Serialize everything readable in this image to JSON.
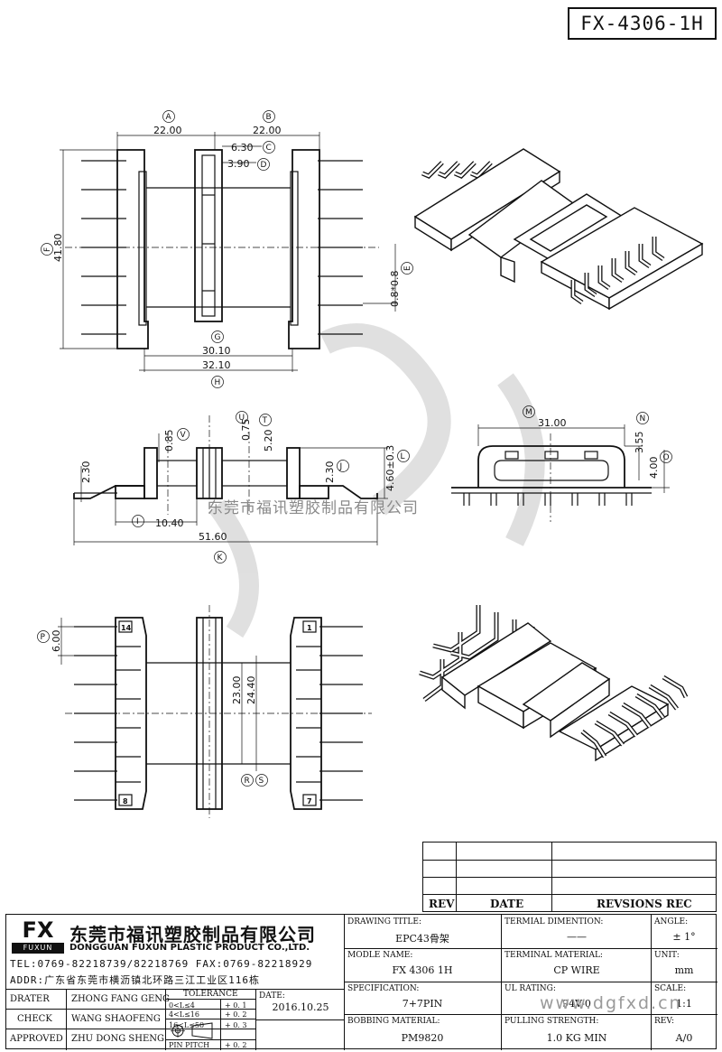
{
  "drawing_number": "FX-4306-1H",
  "dims": {
    "top_view": {
      "a_val": "22.00",
      "a_lbl": "A",
      "b_val": "22.00",
      "b_lbl": "B",
      "c_val": "6.30",
      "c_lbl": "C",
      "d_val": "3.90",
      "d_lbl": "D",
      "f_val": "41.80",
      "f_lbl": "F",
      "e_val": "0.8*0.8",
      "e_lbl": "E",
      "g_val": "30.10",
      "g_lbl": "G",
      "h_val": "32.10",
      "h_lbl": "H"
    },
    "side_view": {
      "v1": "2.30",
      "v2": "0.85",
      "v2_lbl": "V",
      "v3": "0.75",
      "v3_lbl": "U",
      "v4": "5.20",
      "v4_lbl": "T",
      "v5": "2.30",
      "v5_lbl": "J",
      "v6": "4.60±0.3",
      "v6_lbl": "L",
      "i_val": "10.40",
      "i_lbl": "I",
      "k_val": "51.60",
      "k_lbl": "K"
    },
    "front_view": {
      "m_val": "31.00",
      "m_lbl": "M",
      "n_val": "3.55",
      "n_lbl": "N",
      "o_val": "4.00",
      "o_lbl": "O"
    },
    "bottom_view": {
      "p_val": "6.00",
      "p_lbl": "P",
      "r_val": "23.00",
      "r_lbl": "R",
      "s_val": "24.40",
      "s_lbl": "S",
      "pin14": "14",
      "pin1": "1",
      "pin8": "8",
      "pin7": "7"
    }
  },
  "revision_table": {
    "rev": "REV",
    "date": "DATE",
    "revisions": "REVSIONS REC"
  },
  "company": {
    "logo": "FX",
    "logo_sub": "FUXUN",
    "name_cn": "东莞市福讯塑胶制品有限公司",
    "name_en": "DONGGUAN FUXUN PLASTIC PRODUCT CO.,LTD.",
    "tel": "TEL:0769-82218739/82218769 FAX:0769-82218929",
    "addr": "ADDR:广东省东莞市横沥镇北环路三江工业区116栋"
  },
  "people": [
    {
      "role": "DRATER",
      "name": "ZHONG FANG GENG"
    },
    {
      "role": "CHECK",
      "name": "WANG SHAOFENG"
    },
    {
      "role": "APPROVED",
      "name": "ZHU DONG SHENG"
    }
  ],
  "tolerance": {
    "title": "TOLERANCE",
    "rows": [
      {
        "range": "0<L≤4",
        "val": "+ 0. 1"
      },
      {
        "range": "4<L≤16",
        "val": "+ 0. 2"
      },
      {
        "range": "16<L≤50",
        "val": "+ 0. 3"
      },
      {
        "range": "PIN PITCH",
        "val": "+ 0. 2"
      }
    ]
  },
  "date_label": "DATE:",
  "date_value": "2016.10.25",
  "fields": {
    "drawing_title_label": "DRAWING TITLE:",
    "drawing_title": "EPC43骨架",
    "terminal_dim_label": "TERMIAL DIMENTION:",
    "terminal_dim": "——",
    "angle_label": "ANGLE:",
    "angle": "± 1°",
    "model_label": "MODLE NAME:",
    "model": "FX 4306 1H",
    "terminal_mat_label": "TERMINAL MATERIAL:",
    "terminal_mat": "CP WIRE",
    "unit_label": "UNIT:",
    "unit": "mm",
    "spec_label": "SPECIFICATION:",
    "spec": "7+7PIN",
    "ul_label": "UL RATING:",
    "ul": "94V-0",
    "scale_label": "SCALE:",
    "scale": "1:1",
    "bobbin_label": "BOBBING MATERIAL:",
    "bobbin": "PM9820",
    "pull_label": "PULLING STRENGTH:",
    "pull": "1.0 KG MIN",
    "rev_label": "REV:",
    "rev": "A/0"
  },
  "watermarks": {
    "center": "东莞市福讯塑胶制品有限公司",
    "url": "www.dgfxd.cn"
  }
}
